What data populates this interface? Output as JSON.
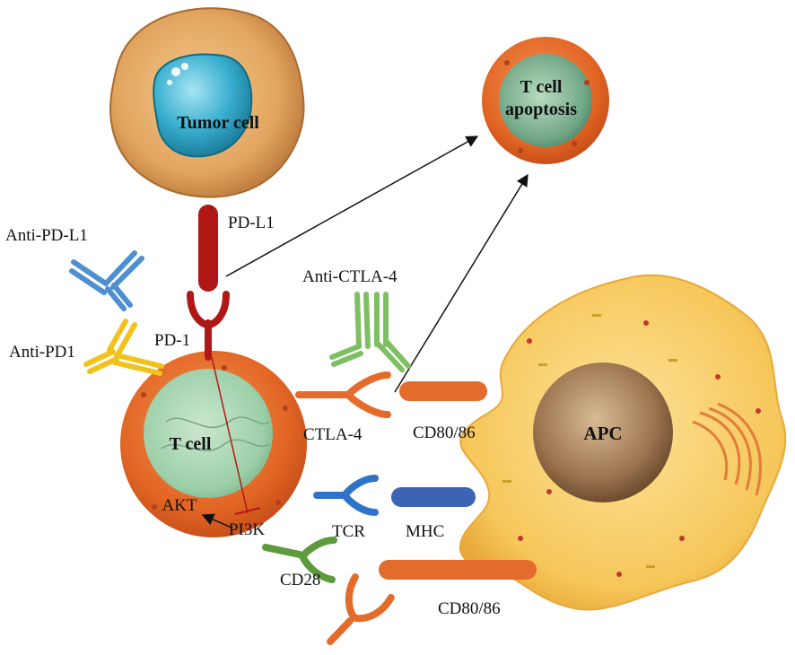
{
  "labels": {
    "tumor_cell": "Tumor cell",
    "t_cell_apoptosis_line1": "T cell",
    "t_cell_apoptosis_line2": "apoptosis",
    "pd_l1": "PD-L1",
    "anti_pd_l1": "Anti-PD-L1",
    "pd_1": "PD-1",
    "anti_pd1": "Anti-PD1",
    "anti_ctla_4": "Anti-CTLA-4",
    "ctla_4": "CTLA-4",
    "cd80_86_top": "CD80/86",
    "apc": "APC",
    "t_cell": "T cell",
    "akt": "AKT",
    "pi3k": "PI3K",
    "tcr": "TCR",
    "mhc": "MHC",
    "cd28": "CD28",
    "cd80_86_bottom": "CD80/86"
  },
  "colors": {
    "cell_orange": "#e36b2b",
    "cell_inner": "#a8d3b0",
    "tumor_body": "#e3aa64",
    "tumor_nucleus": "#4ab6d2",
    "apc_body": "#f7cf6a",
    "apc_nucleus": "#a47b52",
    "pd_l1_red": "#b01818",
    "anti_pdl1_blue": "#4d8fd0",
    "anti_pd1_yellow": "#f2c21c",
    "anti_ctla4_green": "#7fbf63",
    "tcr_blue": "#2f73c8",
    "mhc_blue": "#3c64b4",
    "cd28_green": "#5e9a3e"
  }
}
